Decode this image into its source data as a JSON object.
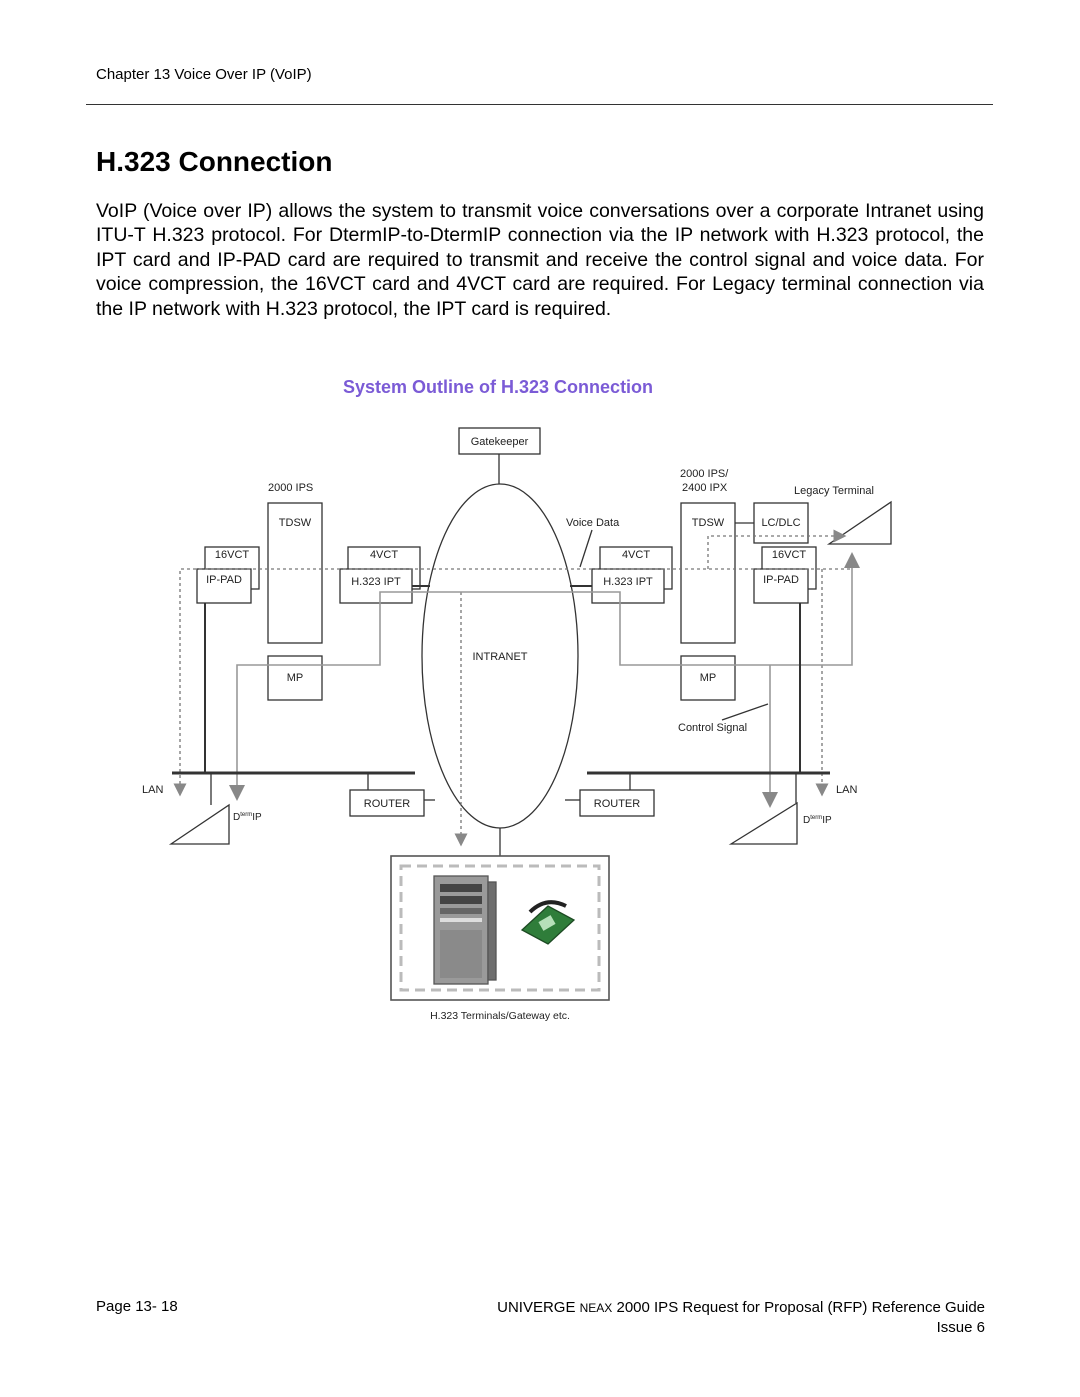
{
  "header": {
    "chapter": "Chapter 13 Voice Over IP (VoIP)"
  },
  "section": {
    "title": "H.323 Connection",
    "body": "VoIP (Voice over IP) allows the system to transmit voice conversations over a corporate Intranet using ITU-T H.323 protocol.  For DtermIP-to-DtermIP connection via the IP network with H.323 protocol, the IPT card and IP-PAD card are required to transmit and receive the control signal and voice data. For voice compression, the 16VCT card and 4VCT card are required.  For Legacy terminal connection via the IP network with H.323 protocol, the IPT card is required."
  },
  "diagram": {
    "title": "System Outline of H.323 Connection",
    "gatekeeper": "Gatekeeper",
    "left_system": "2000 IPS",
    "right_system_line1": "2000 IPS/",
    "right_system_line2": "2400 IPX",
    "legacy_terminal": "Legacy Terminal",
    "voice_data": "Voice Data",
    "control_signal": "Control Signal",
    "intranet": "INTRANET",
    "tdsw": "TDSW",
    "lc_dlc": "LC/DLC",
    "card_16vct": "16VCT",
    "card_4vct": "4VCT",
    "ip_pad": "IP-PAD",
    "h323_ipt": "H.323 IPT",
    "mp": "MP",
    "lan": "LAN",
    "router": "ROUTER",
    "dterm_prefix": "D",
    "dterm_super": "term",
    "dterm_suffix": "IP",
    "terminals_caption": "H.323 Terminals/Gateway etc."
  },
  "footer": {
    "page": "Page 13- 18",
    "guide_prefix": "UNIVERGE ",
    "guide_neax": "NEAX",
    "guide_suffix": " 2000 IPS Request for Proposal (RFP) Reference Guide",
    "issue": "Issue 6"
  }
}
